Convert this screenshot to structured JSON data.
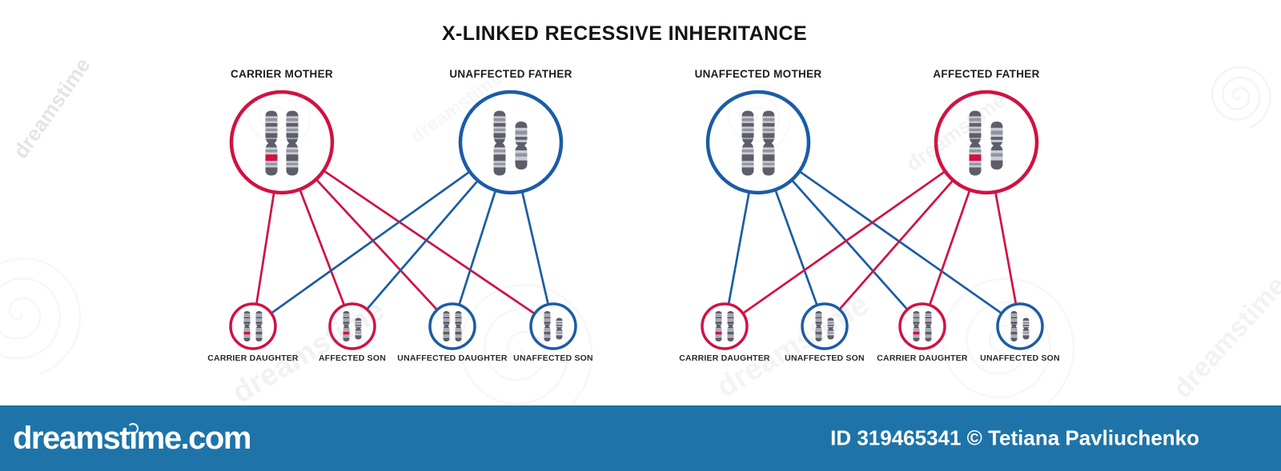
{
  "title": "X-LINKED RECESSIVE INHERITANCE",
  "colors": {
    "affected_red": "#d01243",
    "unaffected_blue": "#1b5ca6",
    "chromosome_dark": "#5d5e68",
    "chromosome_mid": "#9193a0",
    "chromosome_light": "#c9cbd6",
    "footer_bg": "#1e74a9",
    "footer_text": "#ffffff",
    "label_text": "#1c1c1c"
  },
  "families": [
    {
      "name": "carrier-mother-family",
      "parents": [
        {
          "label": "CARRIER MOTHER",
          "color": "red",
          "chromosomes": [
            "Xa",
            "X"
          ]
        },
        {
          "label": "UNAFFECTED FATHER",
          "color": "blue",
          "chromosomes": [
            "X",
            "Y"
          ]
        }
      ],
      "children": [
        {
          "label": "CARRIER DAUGHTER",
          "color": "red",
          "chromosomes": [
            "Xa",
            "X"
          ]
        },
        {
          "label": "AFFECTED SON",
          "color": "red",
          "chromosomes": [
            "Xa",
            "Y"
          ]
        },
        {
          "label": "UNAFFECTED DAUGHTER",
          "color": "blue",
          "chromosomes": [
            "X",
            "X"
          ]
        },
        {
          "label": "UNAFFECTED SON",
          "color": "blue",
          "chromosomes": [
            "X",
            "Y"
          ]
        }
      ]
    },
    {
      "name": "affected-father-family",
      "parents": [
        {
          "label": "UNAFFECTED MOTHER",
          "color": "blue",
          "chromosomes": [
            "X",
            "X"
          ]
        },
        {
          "label": "AFFECTED FATHER",
          "color": "red",
          "chromosomes": [
            "Xa",
            "Y"
          ]
        }
      ],
      "children": [
        {
          "label": "CARRIER DAUGHTER",
          "color": "red",
          "chromosomes": [
            "Xa",
            "X"
          ]
        },
        {
          "label": "UNAFFECTED SON",
          "color": "blue",
          "chromosomes": [
            "X",
            "Y"
          ]
        },
        {
          "label": "CARRIER DAUGHTER",
          "color": "red",
          "chromosomes": [
            "Xa",
            "X"
          ]
        },
        {
          "label": "UNAFFECTED SON",
          "color": "blue",
          "chromosomes": [
            "X",
            "Y"
          ]
        }
      ]
    }
  ],
  "watermark": {
    "diagonal_text": "dreamstime",
    "logo_text": "dreamstime.com",
    "credit": "ID 319465341 © Tetiana Pavliuchenko"
  }
}
